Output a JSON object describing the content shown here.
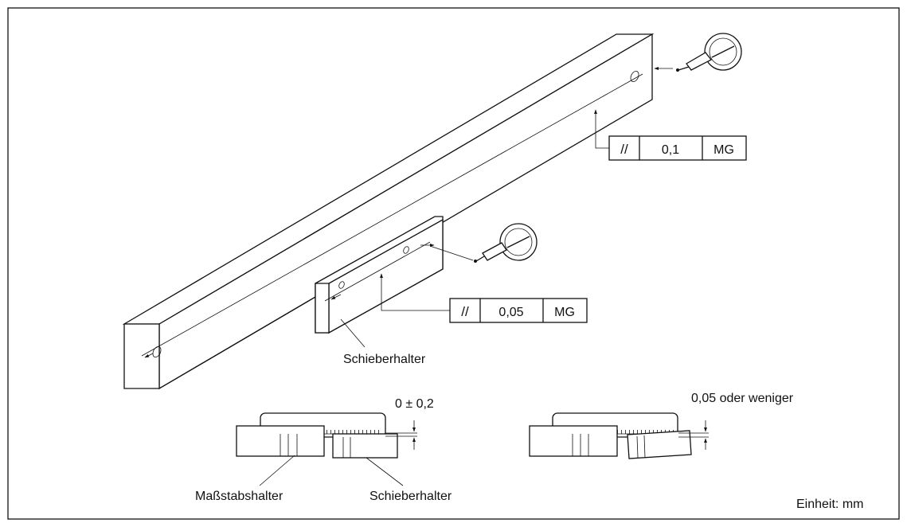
{
  "labels": {
    "slider_holder_main": "Schieberhalter",
    "tolerance_1_symbol": "//",
    "tolerance_1_value": "0,1",
    "tolerance_1_ref": "MG",
    "tolerance_2_symbol": "//",
    "tolerance_2_value": "0,05",
    "tolerance_2_ref": "MG",
    "offset_1": "0 ± 0,2",
    "offset_2": "0,05 oder weniger",
    "scale_holder": "Maßstabshalter",
    "slider_holder_bottom": "Schieberhalter",
    "unit": "Einheit: mm"
  },
  "icons": {
    "dial_gauge_1": "dial-gauge-icon",
    "dial_gauge_2": "dial-gauge-icon"
  },
  "colors": {
    "line": "#111111",
    "background": "#ffffff"
  }
}
